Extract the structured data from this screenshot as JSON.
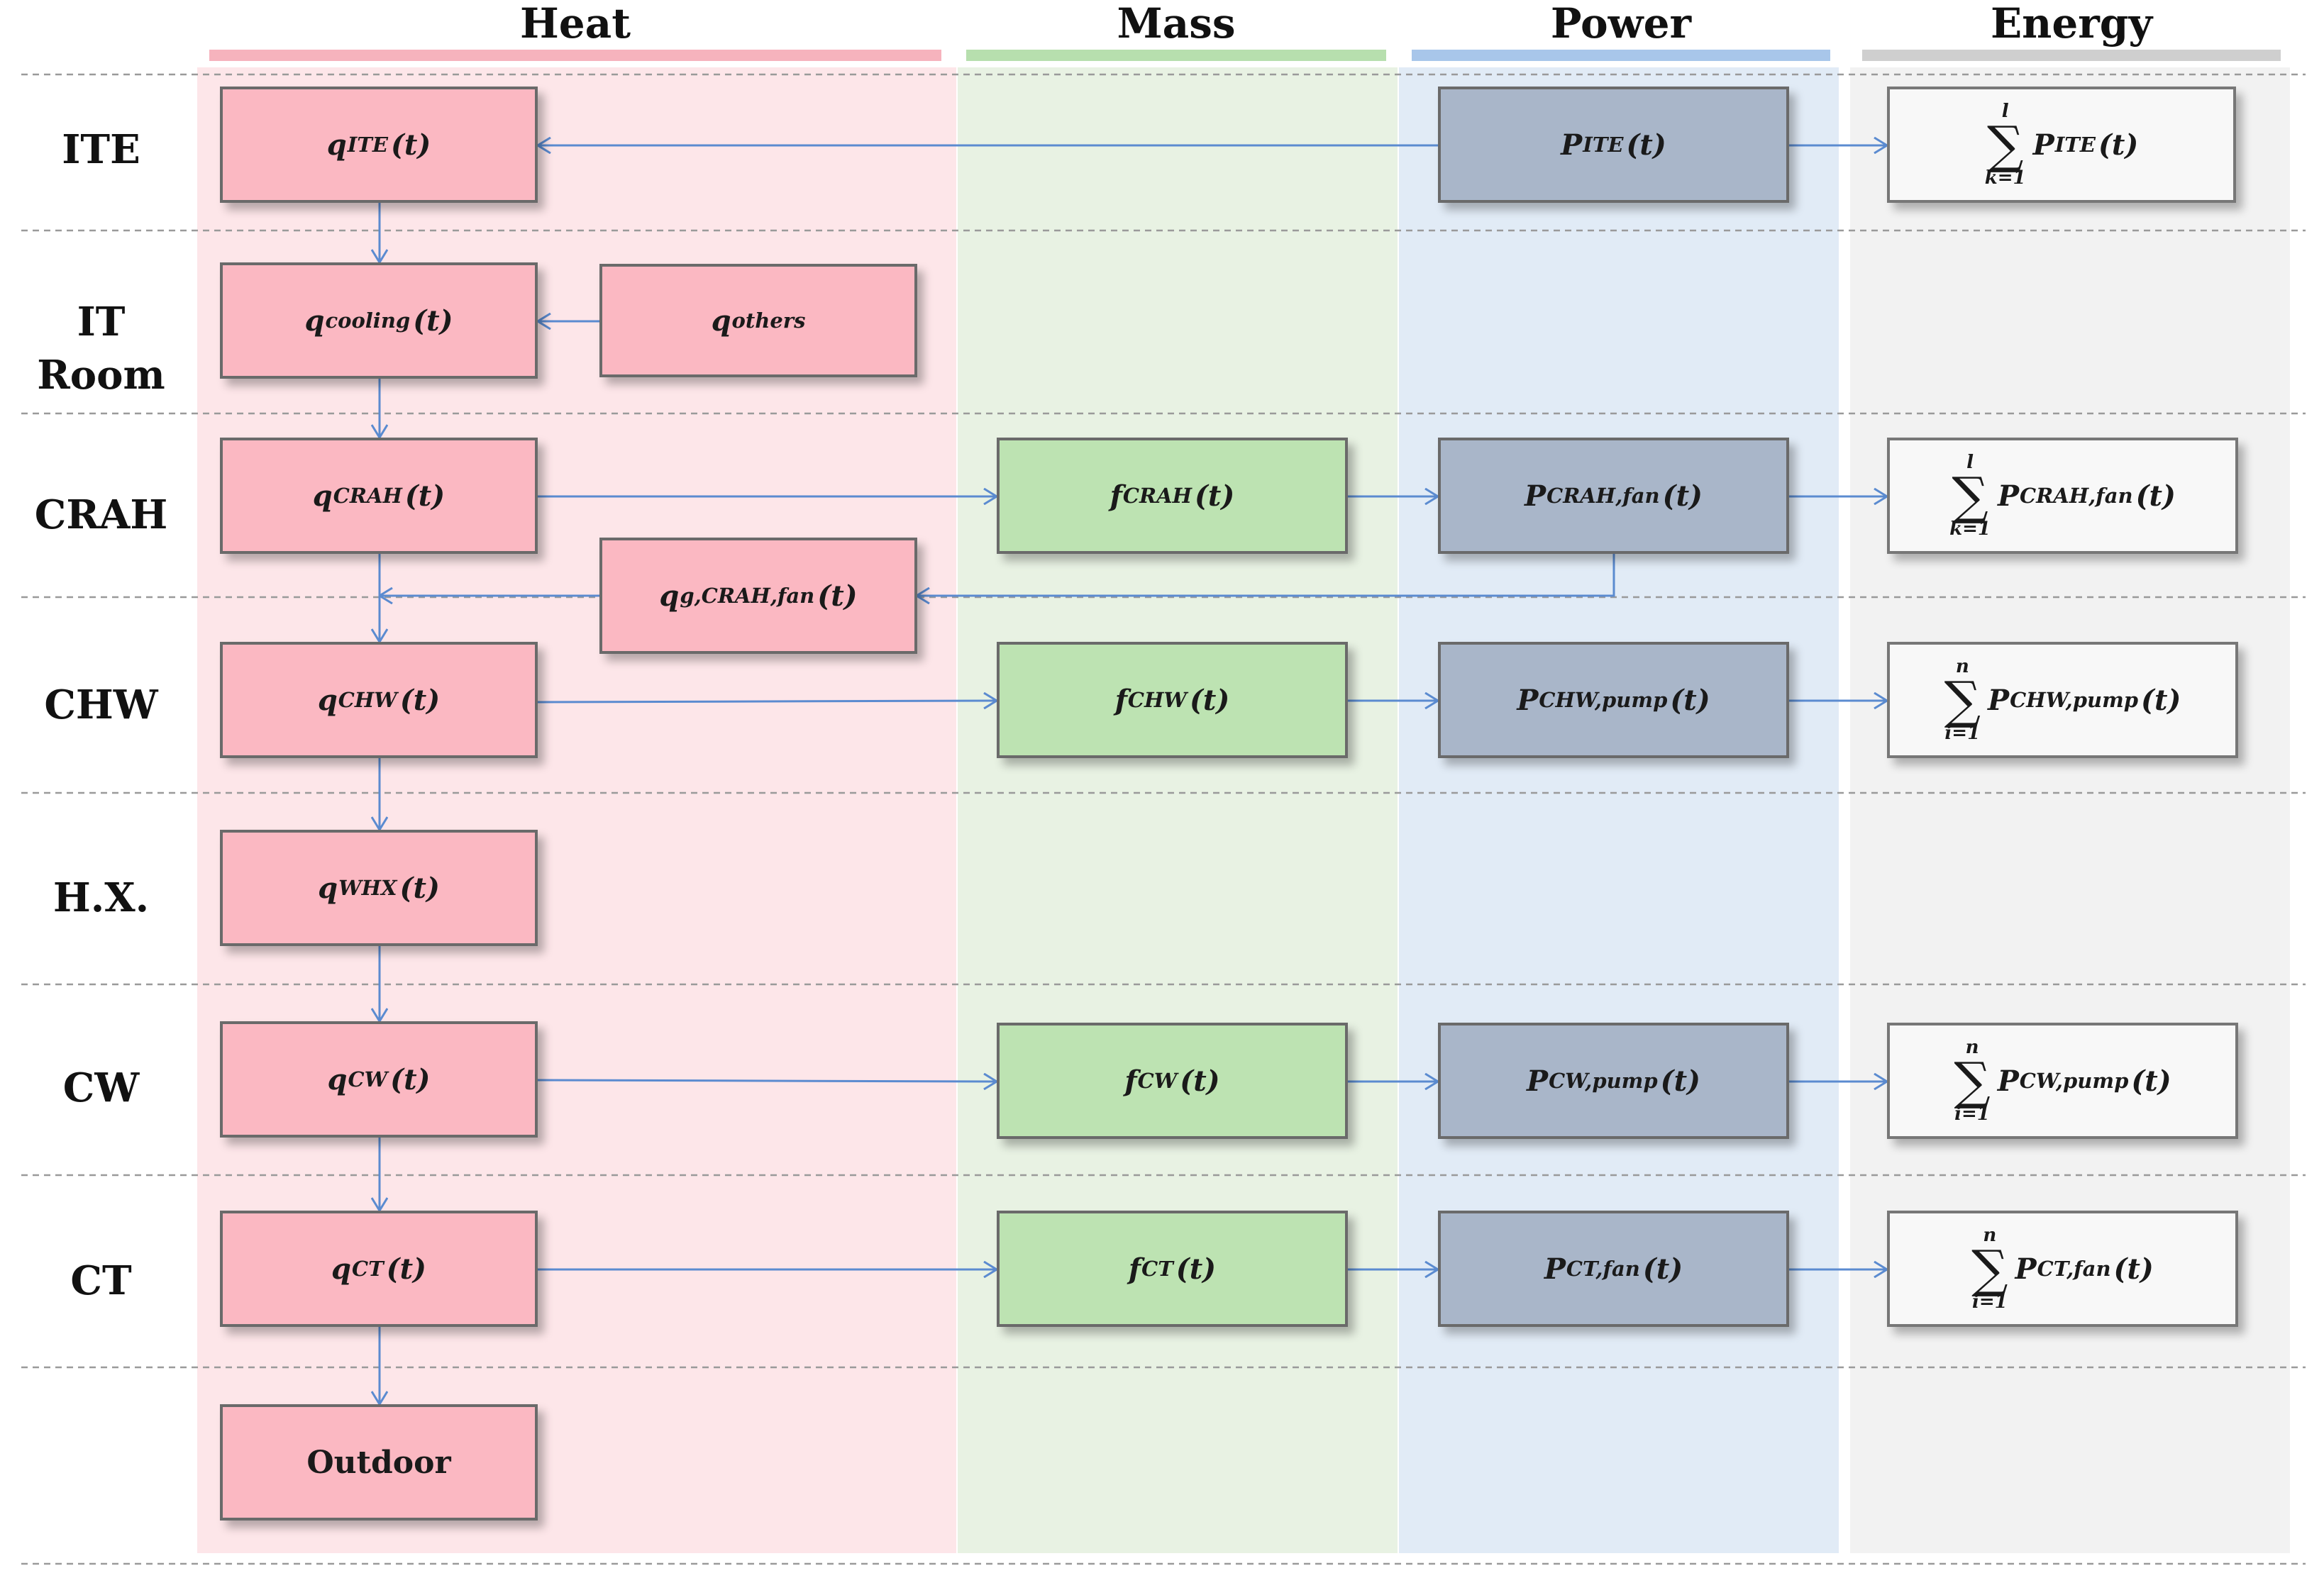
{
  "columns": {
    "heat": {
      "label": "Heat",
      "bar_color": "#f6b3bd",
      "bg_color": "#fde6e9"
    },
    "mass": {
      "label": "Mass",
      "bar_color": "#b7dfae",
      "bg_color": "#e8f2e3"
    },
    "power": {
      "label": "Power",
      "bar_color": "#a8c6ea",
      "bg_color": "#e1ebf6"
    },
    "energy": {
      "label": "Energy",
      "bar_color": "#cfcfcf",
      "bg_color": "#f2f2f2"
    }
  },
  "rows": {
    "ite": "ITE",
    "it_room_1": "IT",
    "it_room_2": "Room",
    "crah": "CRAH",
    "chw": "CHW",
    "hx": "H.X.",
    "cw": "CW",
    "ct": "CT"
  },
  "heat": {
    "q_ite": {
      "sym": "q",
      "sub": "ITE",
      "arg": "(t)"
    },
    "q_cooling": {
      "sym": "q",
      "sub": "cooling",
      "arg": "(t)"
    },
    "q_others": {
      "sym": "q",
      "sub": "others"
    },
    "q_crah": {
      "sym": "q",
      "sub": "CRAH",
      "arg": "(t)"
    },
    "q_g_crah_fan": {
      "sym": "q",
      "sub": "g,CRAH,fan",
      "arg": "(t)"
    },
    "q_chw": {
      "sym": "q",
      "sub": "CHW",
      "arg": "(t)"
    },
    "q_whx": {
      "sym": "q",
      "sub": "WHX",
      "arg": "(t)"
    },
    "q_cw": {
      "sym": "q",
      "sub": "CW",
      "arg": "(t)"
    },
    "q_ct": {
      "sym": "q",
      "sub": "CT",
      "arg": "(t)"
    },
    "outdoor": "Outdoor"
  },
  "mass": {
    "f_crah": {
      "sym": "f",
      "sub": "CRAH",
      "arg": "(t)"
    },
    "f_chw": {
      "sym": "f",
      "sub": "CHW",
      "arg": "(t)"
    },
    "f_cw": {
      "sym": "f",
      "sub": "CW",
      "arg": "(t)"
    },
    "f_ct": {
      "sym": "f",
      "sub": "CT",
      "arg": "(t)"
    }
  },
  "power": {
    "p_ite": {
      "sym": "P",
      "sub": "ITE",
      "arg": "(t)"
    },
    "p_crah_fan": {
      "sym": "P",
      "sub": "CRAH,fan",
      "arg": "(t)"
    },
    "p_chw_pump": {
      "sym": "P",
      "sub": "CHW,pump",
      "arg": "(t)"
    },
    "p_cw_pump": {
      "sym": "P",
      "sub": "CW,pump",
      "arg": "(t)"
    },
    "p_ct_fan": {
      "sym": "P",
      "sub": "CT,fan",
      "arg": "(t)"
    }
  },
  "energy": {
    "e_ite": {
      "upper": "l",
      "lower": "k=1",
      "sym": "P",
      "sub": "ITE",
      "arg": "(t)"
    },
    "e_crah": {
      "upper": "l",
      "lower": "k=1",
      "sym": "P",
      "sub": "CRAH,fan",
      "arg": "(t)"
    },
    "e_chw": {
      "upper": "n",
      "lower": "i=1",
      "sym": "P",
      "sub": "CHW,pump",
      "arg": "(t)"
    },
    "e_cw": {
      "upper": "n",
      "lower": "i=1",
      "sym": "P",
      "sub": "CW,pump",
      "arg": "(t)"
    },
    "e_ct": {
      "upper": "n",
      "lower": "i=1",
      "sym": "P",
      "sub": "CT,fan",
      "arg": "(t)"
    }
  },
  "colors": {
    "arrow": "#5b8bd0",
    "divider": "#9a9a9a"
  }
}
